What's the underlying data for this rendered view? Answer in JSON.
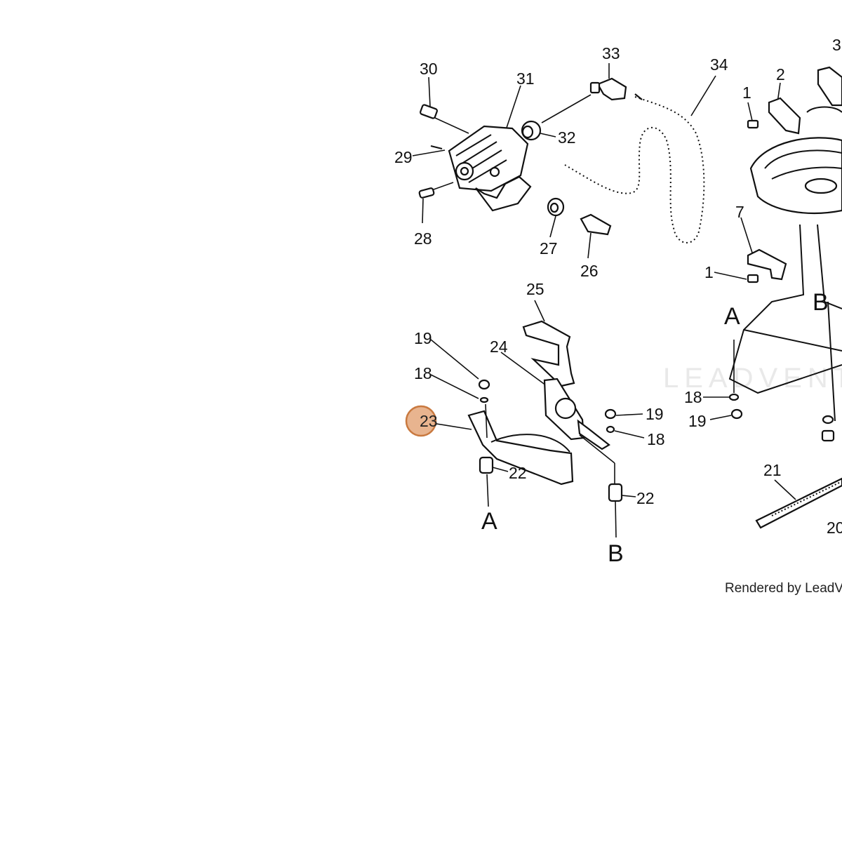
{
  "callouts": {
    "c1a": "1",
    "c1b": "1",
    "c2": "2",
    "c3": "3",
    "c7": "7",
    "c18a": "18",
    "c18b": "18",
    "c18c": "18",
    "c19a": "19",
    "c19b": "19",
    "c19c": "19",
    "c20": "20",
    "c21": "21",
    "c22a": "22",
    "c22b": "22",
    "c23": "23",
    "c24": "24",
    "c25": "25",
    "c26": "26",
    "c27": "27",
    "c28": "28",
    "c29": "29",
    "c30": "30",
    "c31": "31",
    "c32": "32",
    "c33": "33",
    "c34": "34"
  },
  "connectors": {
    "a_left": "A",
    "b_left": "B",
    "a_right": "A",
    "b_right": "B"
  },
  "highlight": {
    "label": "23",
    "color": "#e8b48f",
    "border": "#c9793f"
  },
  "watermark": "LEADVENTURE",
  "credit": "Rendered by LeadVenture"
}
